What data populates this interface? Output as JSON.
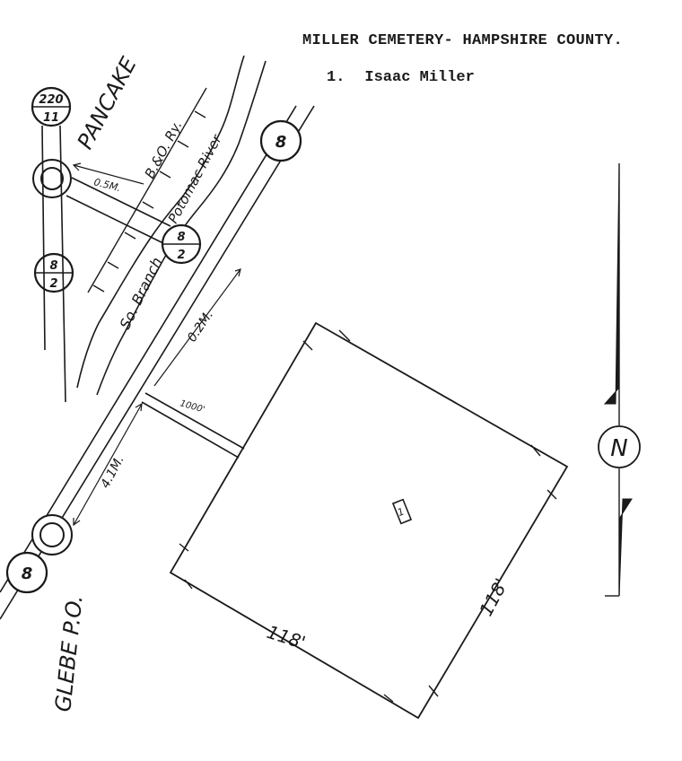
{
  "title": "MILLER CEMETERY- HAMPSHIRE COUNTY.",
  "burials": [
    {
      "number": "1.",
      "name": "Isaac Miller",
      "plot_label": "1"
    }
  ],
  "places": {
    "pancake": "PANCAKE",
    "glebe": "GLEBE P.O."
  },
  "waterways": {
    "river": "Potomac River",
    "branch": "So. Branch"
  },
  "railroad": "B.&O. Ry.",
  "routes": {
    "r220_top": "220",
    "r220_bottom": "11",
    "r8_2_top_left_top": "8",
    "r8_2_top_left_bottom": "2",
    "r8_2_junction_top": "8",
    "r8_2_junction_bottom": "2",
    "r8_upper": "8",
    "r8_lower": "8"
  },
  "distances": {
    "pancake_to_junction": "0.5M.",
    "junction_to_lane": "0.2M.",
    "lane_to_glebe": "4.1M.",
    "lane_length": "1000'"
  },
  "plot_dimensions": {
    "side_a": "118'",
    "side_b": "118'"
  },
  "north_label": "N",
  "colors": {
    "ink": "#1a1a1a",
    "paper": "#ffffff"
  }
}
